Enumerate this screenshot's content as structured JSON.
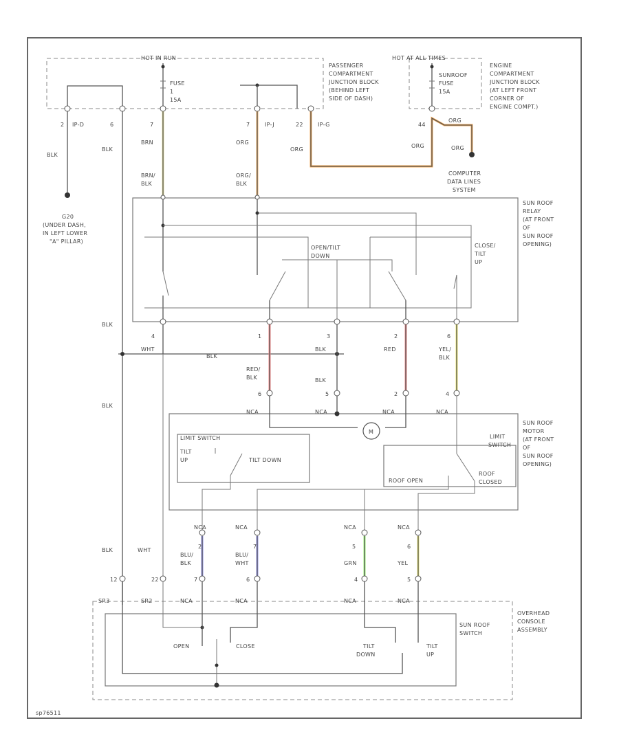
{
  "diagram": {
    "power_sources": {
      "hot_run": "HOT IN RUN",
      "hot_at_all_times": "HOT AT ALL TIMES",
      "fuse_1": [
        "FUSE",
        "1",
        "15A"
      ],
      "fuse_sunroof": [
        "SUNROOF",
        "FUSE",
        "15A"
      ]
    },
    "components": {
      "passenger_jb": [
        "PASSENGER",
        "COMPARTMENT",
        "JUNCTION BLOCK",
        "(BEHIND LEFT",
        "SIDE OF DASH)"
      ],
      "engine_jb": [
        "ENGINE",
        "COMPARTMENT",
        "JUNCTION BLOCK",
        "(AT LEFT FRONT",
        "CORNER OF",
        "ENGINE COMPT.)"
      ],
      "ground": [
        "G20",
        "(UNDER DASH,",
        "IN LEFT LOWER",
        "\"A\" PILLAR)"
      ],
      "computer_dls": [
        "COMPUTER",
        "DATA LINES",
        "SYSTEM"
      ],
      "relay": [
        "SUN ROOF",
        "RELAY",
        "(AT FRONT",
        "OF",
        "SUN ROOF",
        "OPENING)"
      ],
      "motor": [
        "SUN ROOF",
        "MOTOR",
        "(AT FRONT",
        "OF",
        "SUN ROOF",
        "OPENING)"
      ],
      "console": [
        "OVERHEAD",
        "CONSOLE",
        "ASSEMBLY"
      ],
      "switch": [
        "SUN ROOF",
        "SWITCH"
      ]
    },
    "relay_internal": {
      "open_tilt_down": [
        "OPEN/TILT",
        "DOWN"
      ],
      "close_tilt_up": [
        "CLOSE/",
        "TILT",
        "UP"
      ]
    },
    "motor_internal": {
      "limit_switch_left": "LIMIT SWITCH",
      "tilt_up": [
        "TILT",
        "UP"
      ],
      "tilt_down": "TILT DOWN",
      "limit_switch_right": [
        "LIMIT",
        "SWITCH"
      ],
      "roof_open": "ROOF OPEN",
      "roof_closed": [
        "ROOF",
        "CLOSED"
      ],
      "motor_symbol": "M"
    },
    "switch_internal": {
      "open": "OPEN",
      "close": "CLOSE",
      "tilt_down": [
        "TILT",
        "DOWN"
      ],
      "tilt_up": [
        "TILT",
        "UP"
      ]
    },
    "connectors": {
      "ip_d_2": [
        "2",
        "IP-D"
      ],
      "ip_d_6": "6",
      "pin_7a": "7",
      "ip_j_7": [
        "7",
        "IP-J"
      ],
      "ip_g_22": [
        "22",
        "IP-G"
      ],
      "pin_44": "44",
      "relay_4": "4",
      "relay_1": "1",
      "relay_3": "3",
      "relay_2": "2",
      "relay_6": "6",
      "motor_6": "6",
      "motor_5": "5",
      "motor_2": "2",
      "motor_4": "4",
      "nca_labels": [
        "NCA",
        "NCA",
        "NCA",
        "NCA"
      ],
      "lower_nca": [
        "NCA",
        "NCA",
        "NCA",
        "NCA"
      ],
      "lower_pins": [
        "2",
        "7",
        "5",
        "6"
      ],
      "switch_pins": [
        "12",
        "22",
        "7",
        "6",
        "4",
        "5"
      ],
      "switch_conn": [
        "SR3",
        "SR2",
        "NCA",
        "NCA",
        "NCA",
        "NCA"
      ]
    },
    "wires": {
      "blk_1": "BLK",
      "blk_2": "BLK",
      "brn": "BRN",
      "brn_blk": [
        "BRN/",
        "BLK"
      ],
      "org_1": "ORG",
      "org_blk": [
        "ORG/",
        "BLK"
      ],
      "org_2": "ORG",
      "org_3": "ORG",
      "org_4": "ORG",
      "org_5": "ORG",
      "blk_3": "BLK",
      "wht_1": "WHT",
      "blk_4": "BLK",
      "blk_5": "BLK",
      "red_blk": [
        "RED/",
        "BLK"
      ],
      "blk_6": "BLK",
      "red": "RED",
      "yel_blk": [
        "YEL/",
        "BLK"
      ],
      "blk_7": "BLK",
      "blk_8": "BLK",
      "wht_2": "WHT",
      "blu_blk": [
        "BLU/",
        "BLK"
      ],
      "blu_wht": [
        "BLU/",
        "WHT"
      ],
      "grn": "GRN",
      "yel": "YEL"
    },
    "footer_code": "sp76511"
  }
}
